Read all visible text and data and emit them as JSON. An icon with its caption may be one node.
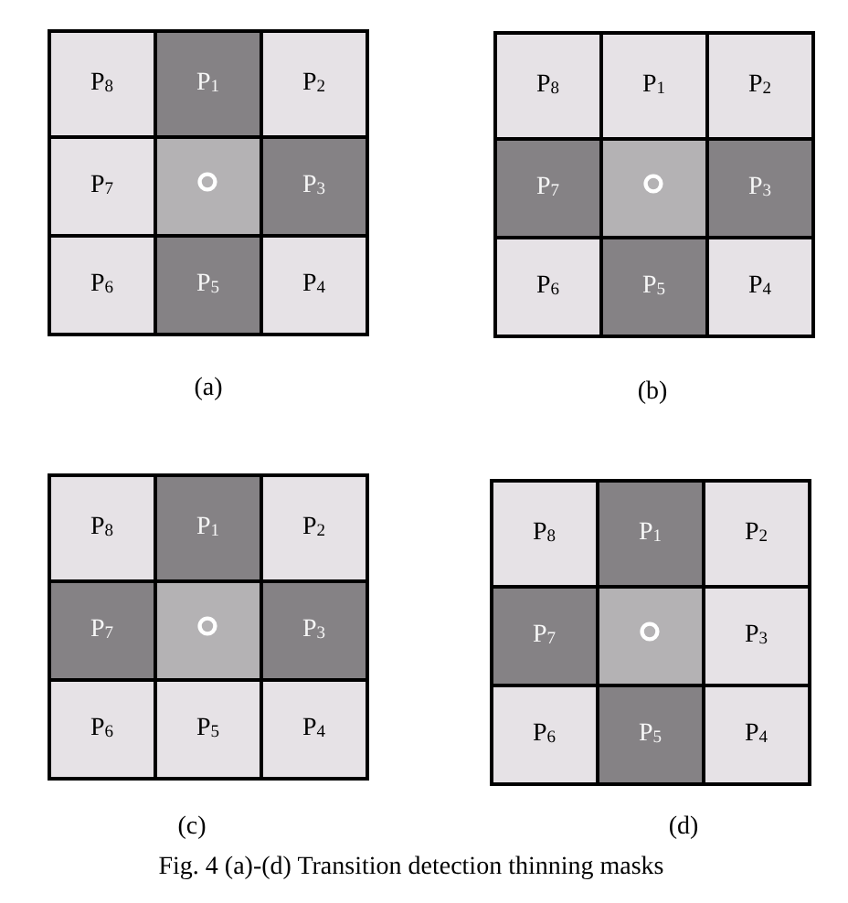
{
  "diagram": {
    "caption": "Fig. 4 (a)-(d) Transition detection thinning masks",
    "nodes": [
      {
        "text": [],
        "shape": "box",
        "beside": [
          "(a)"
        ]
      },
      {
        "text": [
          "P$_{8}$"
        ],
        "in": 0
      },
      {
        "text": [
          "P$_{1}$"
        ],
        "in": 0
      },
      {
        "text": [
          "P$_{2}$"
        ],
        "in": 0
      },
      {
        "text": [
          "P$_{7}$"
        ],
        "in": 0
      },
      {
        "text": [],
        "shape": "box",
        "in": 0
      },
      {
        "text": [
          "P$_{3}$"
        ],
        "in": 0
      },
      {
        "text": [
          "P$_{6}$"
        ],
        "in": 0
      },
      {
        "text": [
          "P$_{5}$"
        ],
        "in": 0
      },
      {
        "text": [
          "P$_{4}$"
        ],
        "in": 0
      },
      {
        "text": [],
        "shape": "box",
        "beside": [
          "(b)"
        ]
      },
      {
        "text": [
          "P$_{8}$"
        ],
        "in": 10
      },
      {
        "text": [
          "P$_{1}$"
        ],
        "in": 10
      },
      {
        "text": [
          "P$_{2}$"
        ],
        "in": 10
      },
      {
        "text": [
          "P$_{7}$"
        ],
        "in": 10
      },
      {
        "text": [],
        "shape": "box",
        "in": 10
      },
      {
        "text": [
          "P$_{3}$"
        ],
        "in": 10
      },
      {
        "text": [
          "P$_{6}$"
        ],
        "in": 10
      },
      {
        "text": [
          "P$_{5}$"
        ],
        "in": 10
      },
      {
        "text": [
          "P$_{4}$"
        ],
        "in": 10
      },
      {
        "text": [],
        "shape": "box",
        "beside": [
          "(c)"
        ]
      },
      {
        "text": [
          "P$_{8}$"
        ],
        "in": 20
      },
      {
        "text": [
          "P$_{1}$"
        ],
        "in": 20
      },
      {
        "text": [
          "P$_{2}$"
        ],
        "in": 20
      },
      {
        "text": [
          "P$_{7}$"
        ],
        "in": 20
      },
      {
        "text": [],
        "shape": "box",
        "in": 20
      },
      {
        "text": [
          "P$_{3}$"
        ],
        "in": 20
      },
      {
        "text": [
          "P$_{6}$"
        ],
        "in": 20
      },
      {
        "text": [
          "P$_{5}$"
        ],
        "in": 20
      },
      {
        "text": [
          "P$_{4}$"
        ],
        "in": 20
      },
      {
        "text": [],
        "shape": "box",
        "beside": [
          "(d)"
        ]
      },
      {
        "text": [
          "P$_{8}$"
        ],
        "in": 30
      },
      {
        "text": [
          "P$_{1}$"
        ],
        "in": 30
      },
      {
        "text": [
          "P$_{2}$"
        ],
        "in": 30
      },
      {
        "text": [
          "P$_{7}$"
        ],
        "in": 30
      },
      {
        "text": [],
        "shape": "box",
        "in": 30
      },
      {
        "text": [
          "P$_{3}$"
        ],
        "in": 30
      },
      {
        "text": [
          "P$_{6}$"
        ],
        "in": 30
      },
      {
        "text": [
          "P$_{5}$"
        ],
        "in": 30
      },
      {
        "text": [
          "P$_{4}$"
        ],
        "in": 30
      }
    ]
  }
}
